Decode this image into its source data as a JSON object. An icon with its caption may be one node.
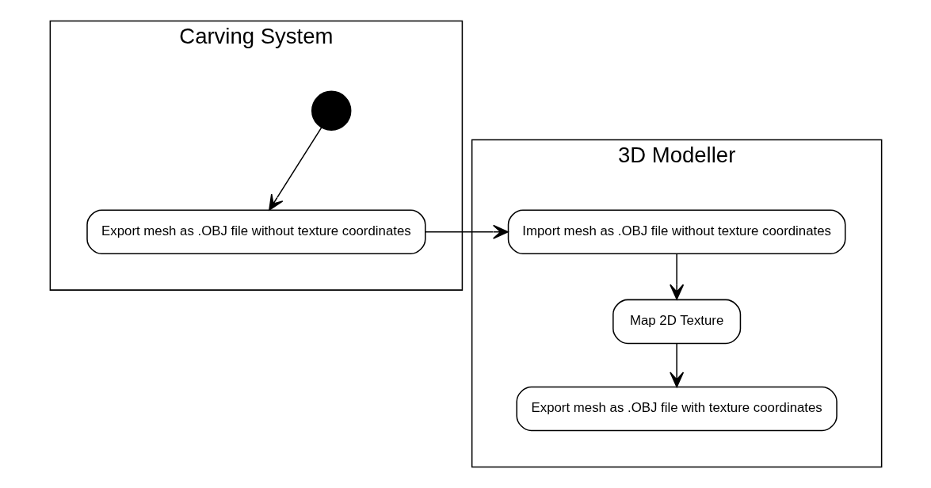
{
  "diagram": {
    "nodes": [
      {
        "text": [
          "Carving System"
        ]
      },
      {
        "text": [],
        "shape": "circle",
        "in": 0
      },
      {
        "text": [
          "Export mesh as .OBJ file without texture coordinates"
        ],
        "in": 0
      },
      {
        "text": [
          "3D Modeller"
        ]
      },
      {
        "text": [
          "Import mesh as .OBJ file without texture coordinates"
        ],
        "in": 3
      },
      {
        "text": [
          "Map 2D Texture"
        ],
        "in": 3
      },
      {
        "text": [
          "Export mesh as .OBJ file with texture coordinates"
        ],
        "in": 3
      }
    ],
    "edges": [
      {
        "from": 1,
        "to": 2,
        "arrow": "to"
      },
      {
        "from": 2,
        "to": 4,
        "arrow": "to"
      },
      {
        "from": 4,
        "to": 5,
        "arrow": "to"
      },
      {
        "from": 5,
        "to": 6,
        "arrow": "to"
      }
    ]
  }
}
